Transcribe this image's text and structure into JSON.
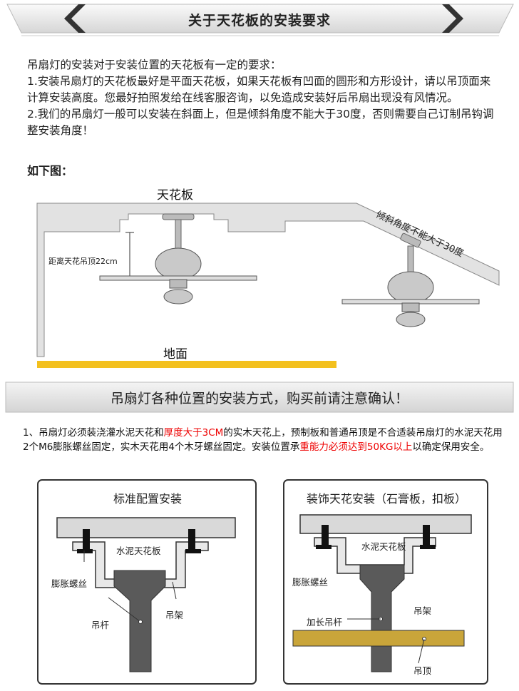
{
  "header": {
    "title": "关于天花板的安装要求"
  },
  "intro": {
    "lead": "吊扇灯的安装对于安装位置的天花板有一定的要求：",
    "point1": "1.安装吊扇灯的天花板最好是平面天花板，如果天花板有凹面的圆形和方形设计，请以吊顶面来计算安装高度。您最好拍照发给在线客服咨询，以免造成安装好后吊扇出现没有风情况。",
    "point2": "2.我们的吊扇灯一般可以安装在斜面上，但是倾斜角度不能大于30度，否则需要自己订制吊钩调整安装角度！",
    "figure_heading": "如下图："
  },
  "figure1": {
    "ceiling_label": "天花板",
    "distance_label": "距离天花吊顶22cm",
    "slope_label": "倾斜角度不能大于30度",
    "floor_label": "地面"
  },
  "section2": {
    "title": "吊扇灯各种位置的安装方式，购买前请注意确认！"
  },
  "note": {
    "part1": "1、吊扇灯必须装浇灌水泥天花和",
    "red1": "厚度大于3CM",
    "part2": "的实木天花上，预制板和普通吊顶是不合适装吊扇灯的水泥天花用2个M6膨胀螺丝固定，实木天花用4个木牙螺丝固定。安装位置承",
    "red2": "重能力必须达到50KG以上",
    "part3": "以确定保用安全。"
  },
  "diagram_left": {
    "title": "标准配置安装",
    "concrete": "水泥天花板",
    "bolt": "膨胀螺丝",
    "bracket": "吊架",
    "rod": "吊杆"
  },
  "diagram_right": {
    "title": "装饰天花安装（石膏板，扣板）",
    "concrete": "水泥天花板",
    "bolt": "膨胀螺丝",
    "bracket": "吊架",
    "rod": "加长吊杆",
    "false_ceiling": "吊顶"
  },
  "colors": {
    "floor": "#f3c01d",
    "red_text": "#e00000",
    "false_ceiling": "#c9a53a",
    "rod": "#5a5a5a"
  }
}
